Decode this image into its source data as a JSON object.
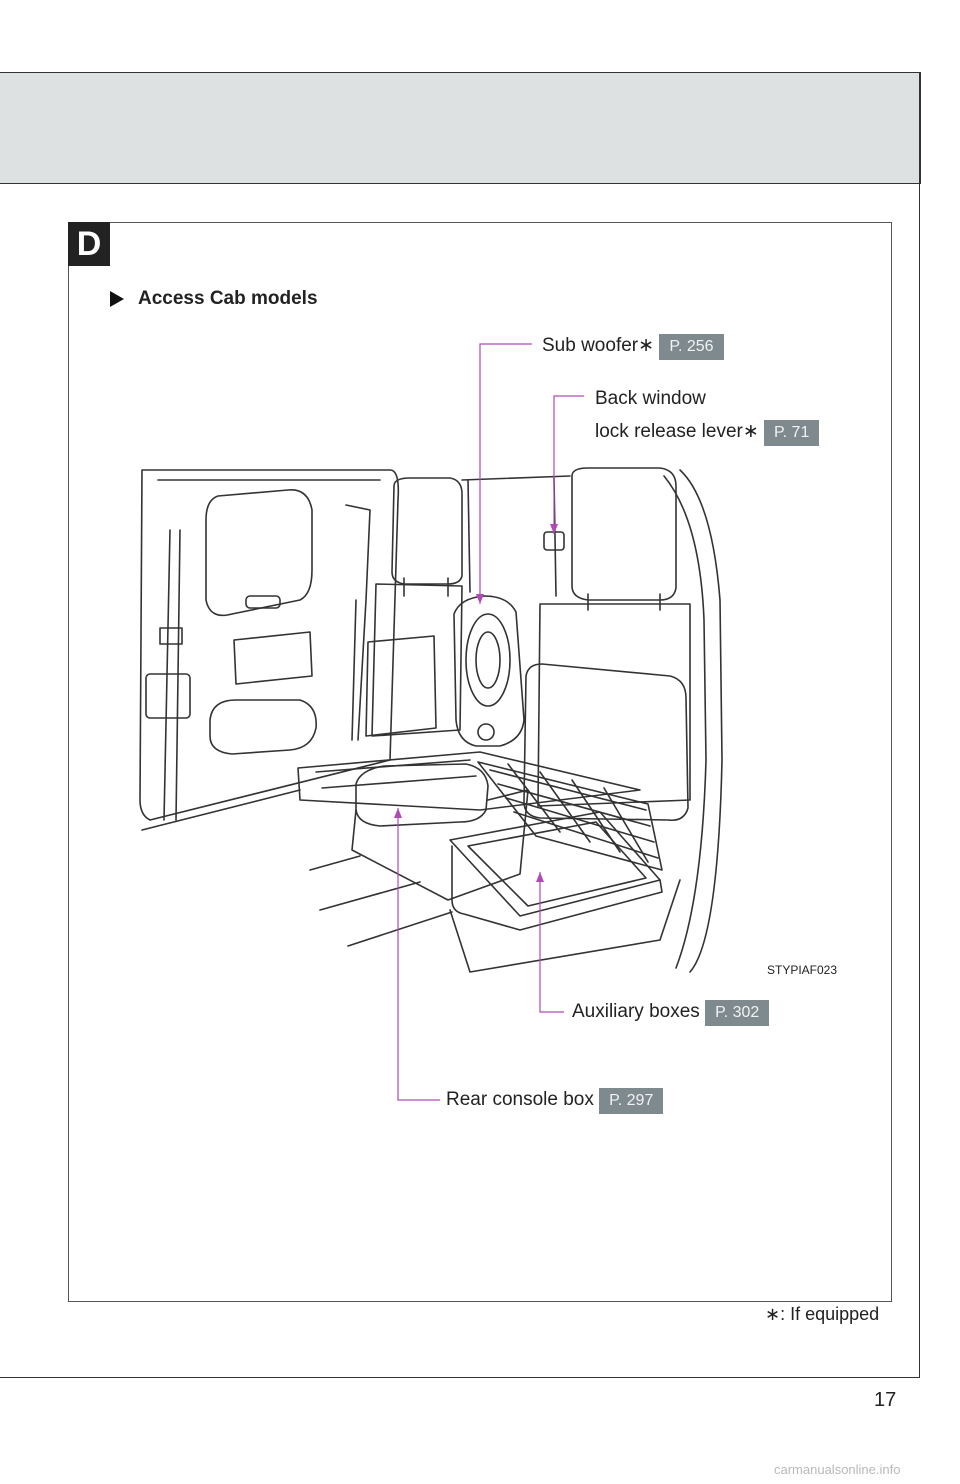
{
  "section": {
    "letter": "D",
    "subheading": "Access Cab models"
  },
  "callouts": {
    "sub_woofer": {
      "label": "Sub woofer",
      "mark": "∗",
      "ref": "P. 256"
    },
    "back_window": {
      "label_line1": "Back window",
      "label_line2": "lock release lever",
      "mark": "∗",
      "ref": "P. 71"
    },
    "auxiliary_boxes": {
      "label": "Auxiliary boxes",
      "ref": "P. 302"
    },
    "rear_console_box": {
      "label": "Rear console box",
      "ref": "P. 297"
    }
  },
  "drawing_code": "STYPIAF023",
  "footnote": {
    "mark": "∗",
    "text": ": If equipped"
  },
  "page_number": "17",
  "watermark": "carmanualsonline.info",
  "colors": {
    "header_band": "#dde1e2",
    "page_ref_badge": "#7f8a8e",
    "leader_line": "#b04ab8",
    "section_letter_bg": "#222222"
  }
}
